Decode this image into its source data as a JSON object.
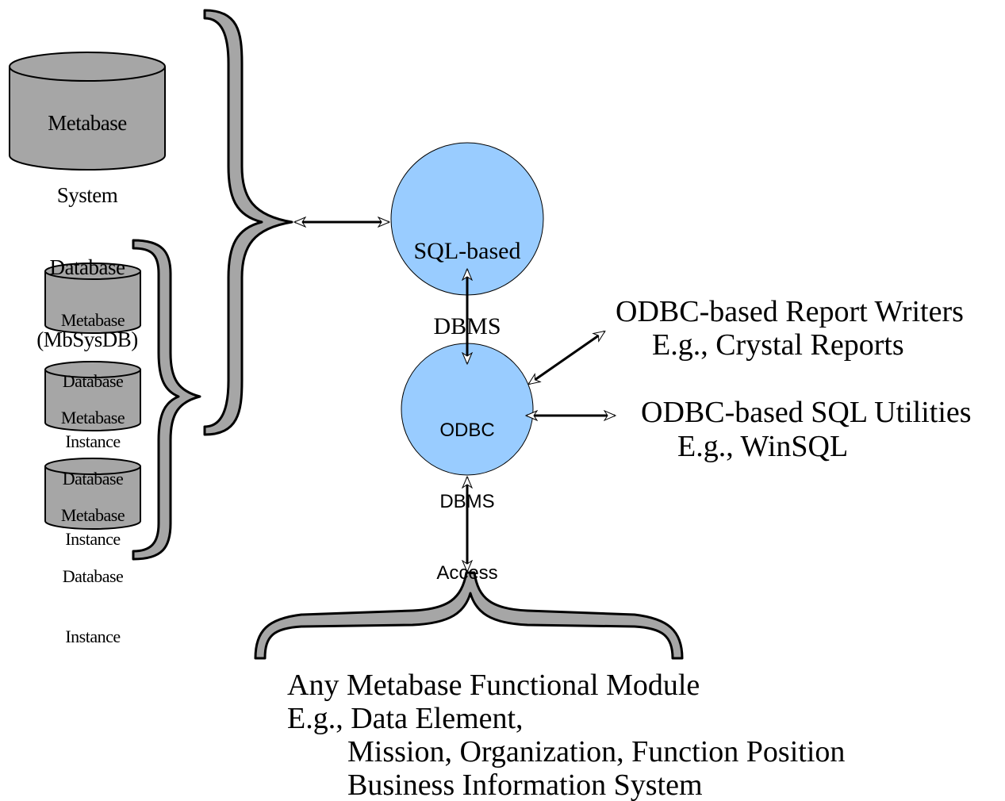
{
  "colors": {
    "cylinder_fill": "#a6a6a6",
    "brace_fill": "#a6a6a6",
    "circle_fill": "#99ccff",
    "stroke": "#000000"
  },
  "nodes": {
    "mbsysdb": {
      "lines": [
        "Metabase",
        "System",
        "Database",
        "(MbSysDB)"
      ]
    },
    "instances": [
      {
        "lines": [
          "Metabase",
          "Database",
          "Instance"
        ]
      },
      {
        "lines": [
          "Metabase",
          "Database",
          "Instance"
        ]
      },
      {
        "lines": [
          "Metabase",
          "Database",
          "Instance"
        ]
      }
    ],
    "sql_dbms": {
      "lines": [
        "SQL-based",
        "DBMS"
      ]
    },
    "odbc_access": {
      "lines": [
        "ODBC",
        "DBMS",
        "Access"
      ]
    }
  },
  "external": {
    "report_writers": {
      "line1": "ODBC-based Report Writers",
      "line2": "E.g., Crystal Reports"
    },
    "sql_utilities": {
      "line1": "ODBC-based SQL Utilities",
      "line2": "E.g., WinSQL"
    }
  },
  "modules": {
    "line1": "Any Metabase Functional Module",
    "line2": "E.g., Data Element,",
    "line3": "Mission, Organization, Function Position",
    "line4": "Business Information System"
  }
}
